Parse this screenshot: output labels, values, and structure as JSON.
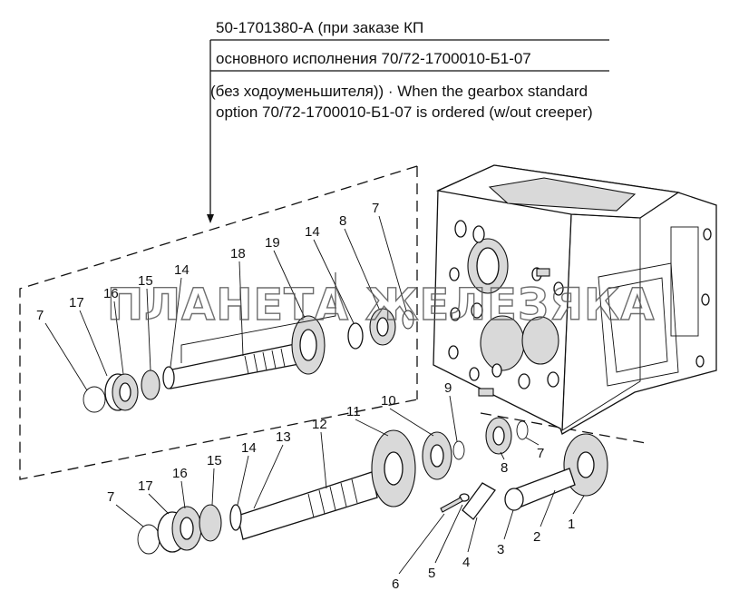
{
  "caption": {
    "line1": "50-1701380-А (при  заказе КП",
    "line2": "основного исполнения 70/72-1700010-Б1-07",
    "line3": "(без ходоуменьшителя)) · When the gearbox standard",
    "line4": "option 70/72-1700010-Б1-07 is ordered (w/out creeper)"
  },
  "watermark": "ПЛАНЕТА ЖЕЛЕЗЯКА",
  "callouts": {
    "upper_7": "7",
    "upper_17": "17",
    "upper_16": "16",
    "upper_15": "15",
    "upper_14a": "14",
    "upper_18": "18",
    "upper_19": "19",
    "upper_14b": "14",
    "upper_8": "8",
    "upper_7b": "7",
    "lower_7": "7",
    "lower_17": "17",
    "lower_16": "16",
    "lower_15": "15",
    "lower_14": "14",
    "lower_13": "13",
    "lower_12": "12",
    "lower_11": "11",
    "lower_10": "10",
    "lower_9": "9",
    "right_8": "8",
    "right_7": "7",
    "p1": "1",
    "p2": "2",
    "p3": "3",
    "p4": "4",
    "p5": "5",
    "p6": "6"
  }
}
